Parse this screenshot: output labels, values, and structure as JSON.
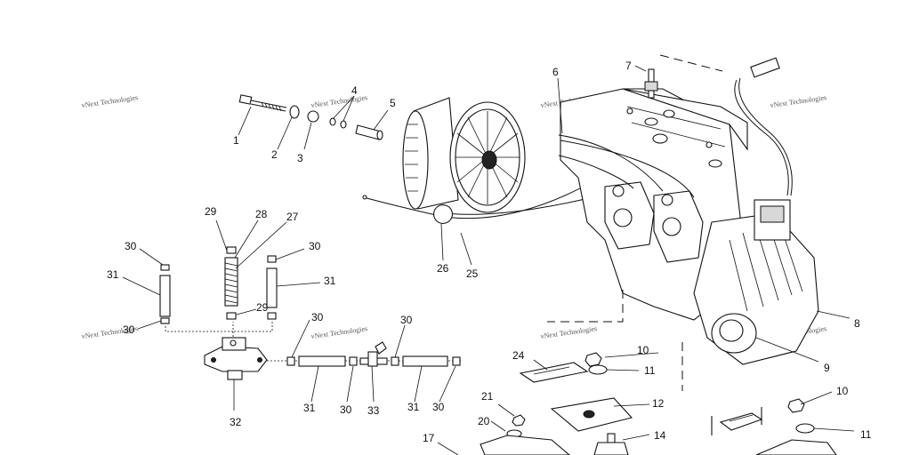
{
  "callouts": {
    "c1": "1",
    "c2": "2",
    "c3": "3",
    "c4": "4",
    "c5": "5",
    "c6": "6",
    "c7": "7",
    "c8": "8",
    "c9": "9",
    "c10a": "10",
    "c10b": "10",
    "c11a": "11",
    "c11b": "11",
    "c12": "12",
    "c14": "14",
    "c17": "17",
    "c20": "20",
    "c21": "21",
    "c24": "24",
    "c25": "25",
    "c26": "26",
    "c27": "27",
    "c28": "28",
    "c29a": "29",
    "c29b": "29",
    "c30a": "30",
    "c30b": "30",
    "c30c": "30",
    "c30d": "30",
    "c30e": "30",
    "c30f": "30",
    "c30g": "30",
    "c31a": "31",
    "c31b": "31",
    "c31c": "31",
    "c31d": "31",
    "c32": "32",
    "c33": "33"
  },
  "watermark": {
    "text": "vNext Technologies"
  }
}
